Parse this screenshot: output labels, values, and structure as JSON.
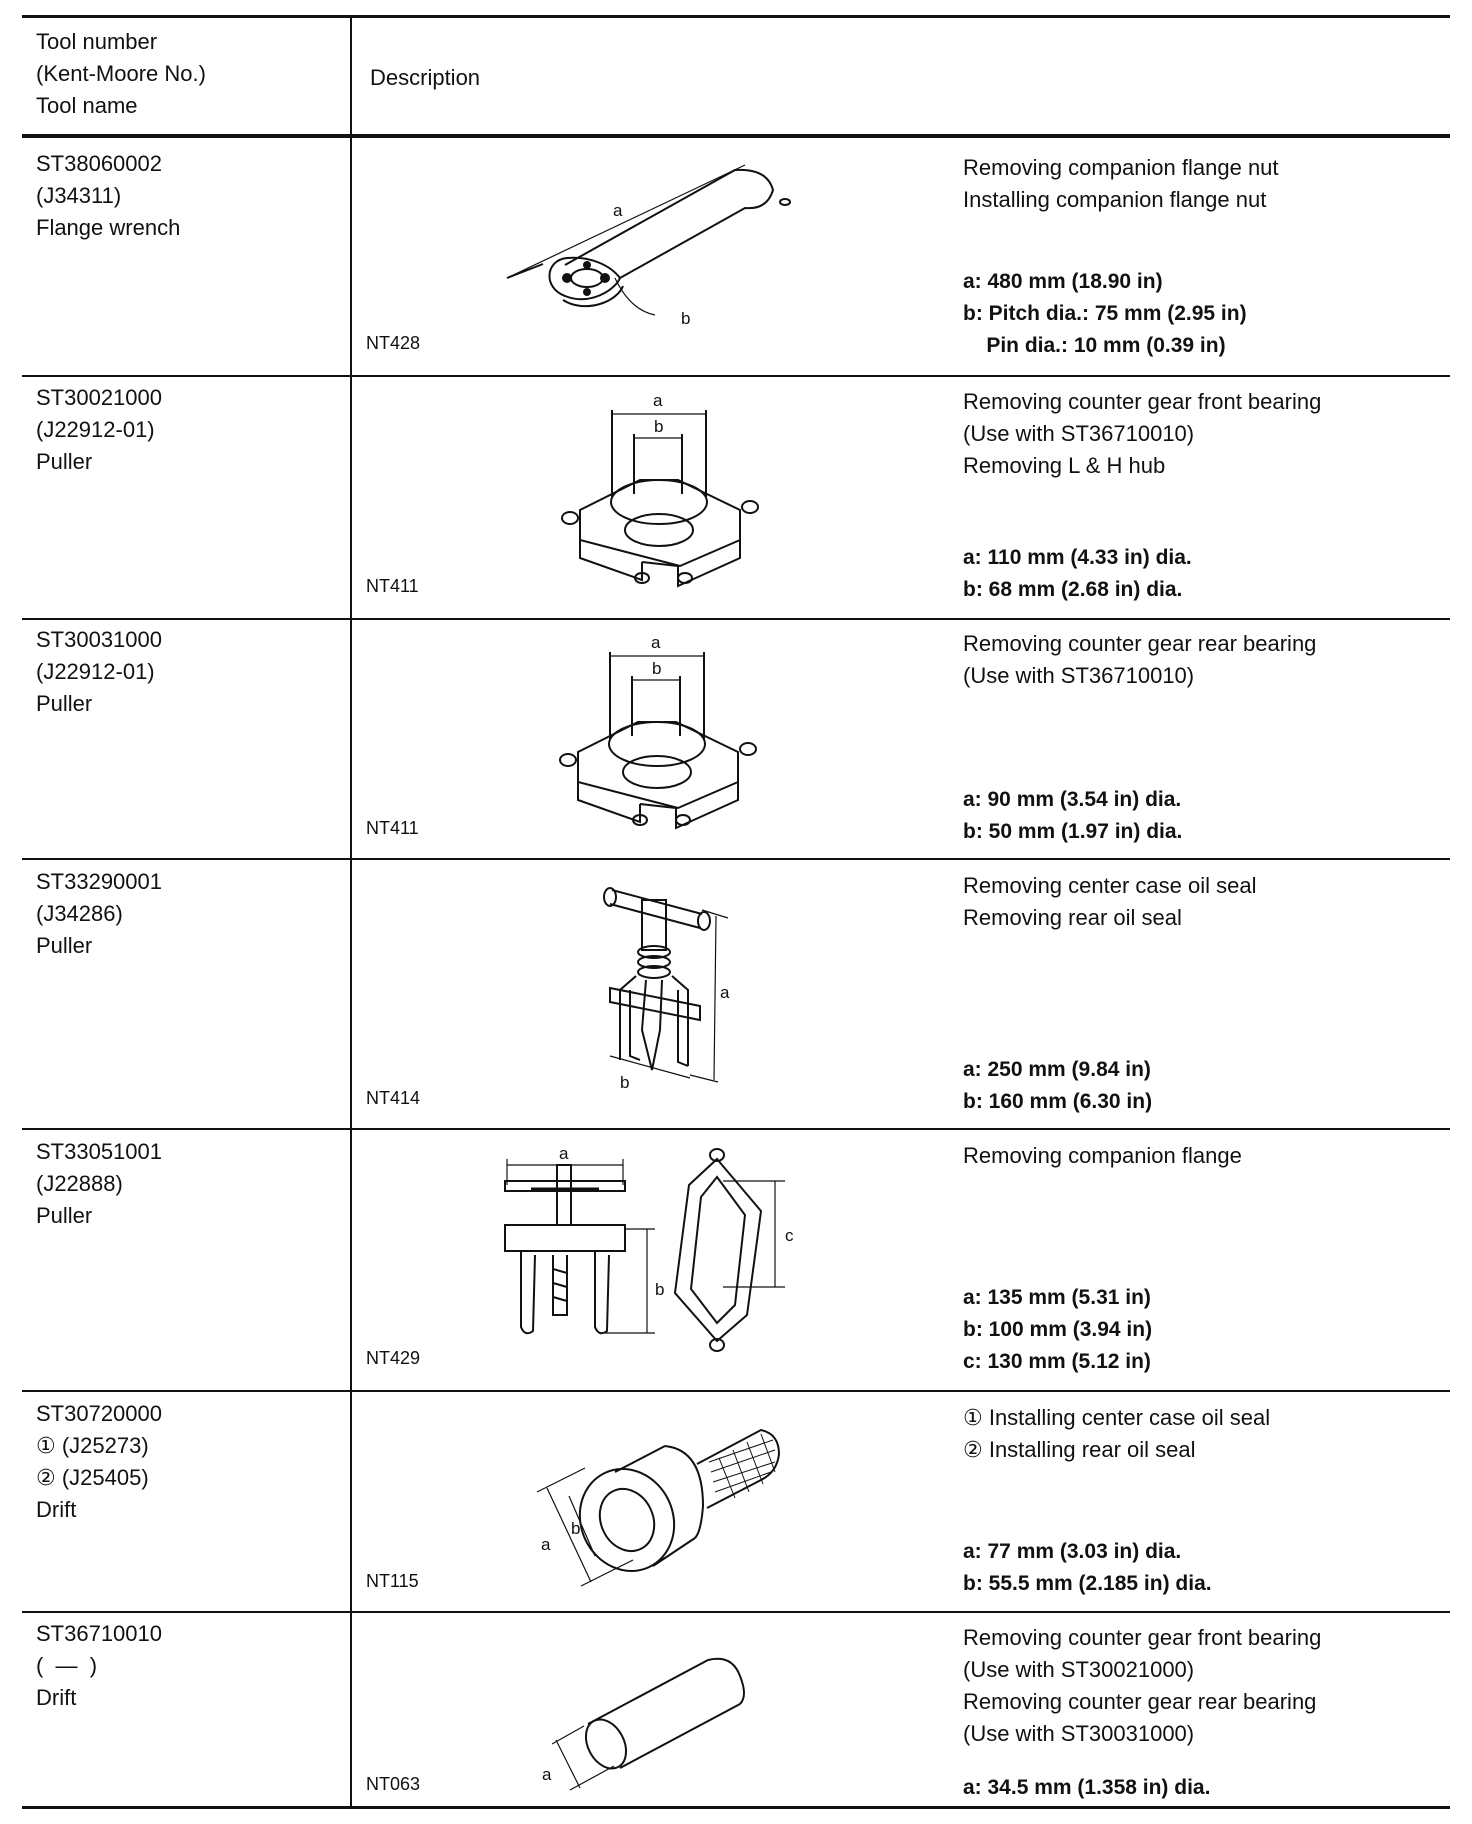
{
  "header": {
    "tool_col": [
      "Tool number",
      "(Kent-Moore No.)",
      "Tool name"
    ],
    "description": "Description"
  },
  "tools": [
    {
      "number": "ST38060002",
      "kent_moore": "(J34311)",
      "name": "Flange wrench",
      "figure_code": "NT428",
      "figure_icon": "flange-wrench-illustration",
      "uses": [
        "Removing companion flange nut",
        "Installing companion flange nut"
      ],
      "specs": [
        "a: 480 mm (18.90 in)",
        "b: Pitch dia.: 75 mm (2.95 in)",
        "    Pin dia.: 10 mm (0.39 in)"
      ],
      "labels": [
        "a",
        "b"
      ]
    },
    {
      "number": "ST30021000",
      "kent_moore": "(J22912-01)",
      "name": "Puller",
      "figure_code": "NT411",
      "figure_icon": "bearing-puller-illustration",
      "uses": [
        "Removing counter gear front bearing",
        "(Use with ST36710010)",
        "Removing L & H hub"
      ],
      "specs": [
        "a: 110 mm (4.33 in) dia.",
        "b: 68 mm (2.68 in) dia."
      ],
      "labels": [
        "a",
        "b"
      ]
    },
    {
      "number": "ST30031000",
      "kent_moore": "(J22912-01)",
      "name": "Puller",
      "figure_code": "NT411",
      "figure_icon": "bearing-puller-illustration",
      "uses": [
        "Removing counter gear rear bearing",
        "(Use with ST36710010)"
      ],
      "specs": [
        "a: 90 mm (3.54 in) dia.",
        "b: 50 mm (1.97 in) dia."
      ],
      "labels": [
        "a",
        "b"
      ]
    },
    {
      "number": "ST33290001",
      "kent_moore": "(J34286)",
      "name": "Puller",
      "figure_code": "NT414",
      "figure_icon": "seal-puller-illustration",
      "uses": [
        "Removing center case oil seal",
        "Removing rear oil seal"
      ],
      "specs": [
        "a: 250 mm (9.84 in)",
        "b: 160 mm (6.30 in)"
      ],
      "labels": [
        "a",
        "b"
      ]
    },
    {
      "number": "ST33051001",
      "kent_moore": "(J22888)",
      "name": "Puller",
      "figure_code": "NT429",
      "figure_icon": "flange-puller-illustration",
      "uses": [
        "Removing companion flange"
      ],
      "specs": [
        "a: 135 mm (5.31 in)",
        "b: 100 mm (3.94 in)",
        "c: 130 mm (5.12 in)"
      ],
      "labels": [
        "a",
        "b",
        "c"
      ]
    },
    {
      "number": "ST30720000",
      "kent_moore_list": [
        "① (J25273)",
        "② (J25405)"
      ],
      "name": "Drift",
      "figure_code": "NT115",
      "figure_icon": "knurled-drift-illustration",
      "uses": [
        "① Installing center case oil seal",
        "② Installing rear oil seal"
      ],
      "specs": [
        "a: 77 mm (3.03 in) dia.",
        "b: 55.5 mm (2.185 in) dia."
      ],
      "labels": [
        "a",
        "b"
      ]
    },
    {
      "number": "ST36710010",
      "kent_moore": "(  —  )",
      "name": "Drift",
      "figure_code": "NT063",
      "figure_icon": "tube-drift-illustration",
      "uses": [
        "Removing counter gear front bearing",
        "(Use with ST30021000)",
        "Removing counter gear rear bearing",
        "(Use with ST30031000)"
      ],
      "specs": [
        "a: 34.5 mm (1.358 in) dia."
      ],
      "labels": [
        "a"
      ]
    }
  ]
}
